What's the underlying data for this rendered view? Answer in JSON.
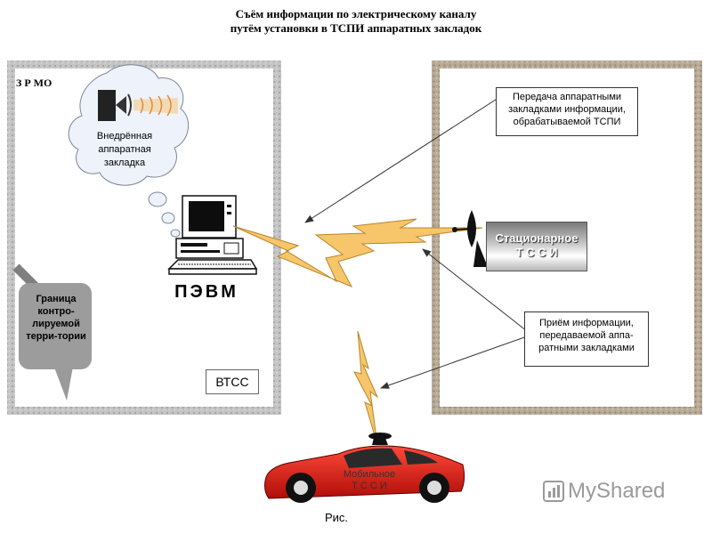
{
  "title": {
    "line1": "Съём информации по электрическому каналу",
    "line2": "путём установки в ТСПИ аппаратных закладок"
  },
  "zone_label": "З Р МО",
  "cloud_text": "Внедрённая аппаратная закладка",
  "computer_label": "ПЭВМ",
  "btcc_label": "ВТСС",
  "border_text": "Граница контро-лируемой терри-тории",
  "callout_transmit": "Передача аппаратными закладками информации, обрабатываемой ТСПИ",
  "callout_receive": "Приём информации, передаваемой аппа-ратными закладками",
  "stationary_tcci": {
    "line1": "Стационарное",
    "line2": "Т С С И"
  },
  "mobile_tcci": {
    "line1": "Мобильное",
    "line2": "Т С С И"
  },
  "caption": "Рис.",
  "watermark": "MyShared",
  "colors": {
    "lightning": "#f7c66b",
    "lightning_stroke": "#b8862a",
    "car": "#e0201a",
    "inner_wall": "#8a8070",
    "cloud": "#eef2fb"
  }
}
